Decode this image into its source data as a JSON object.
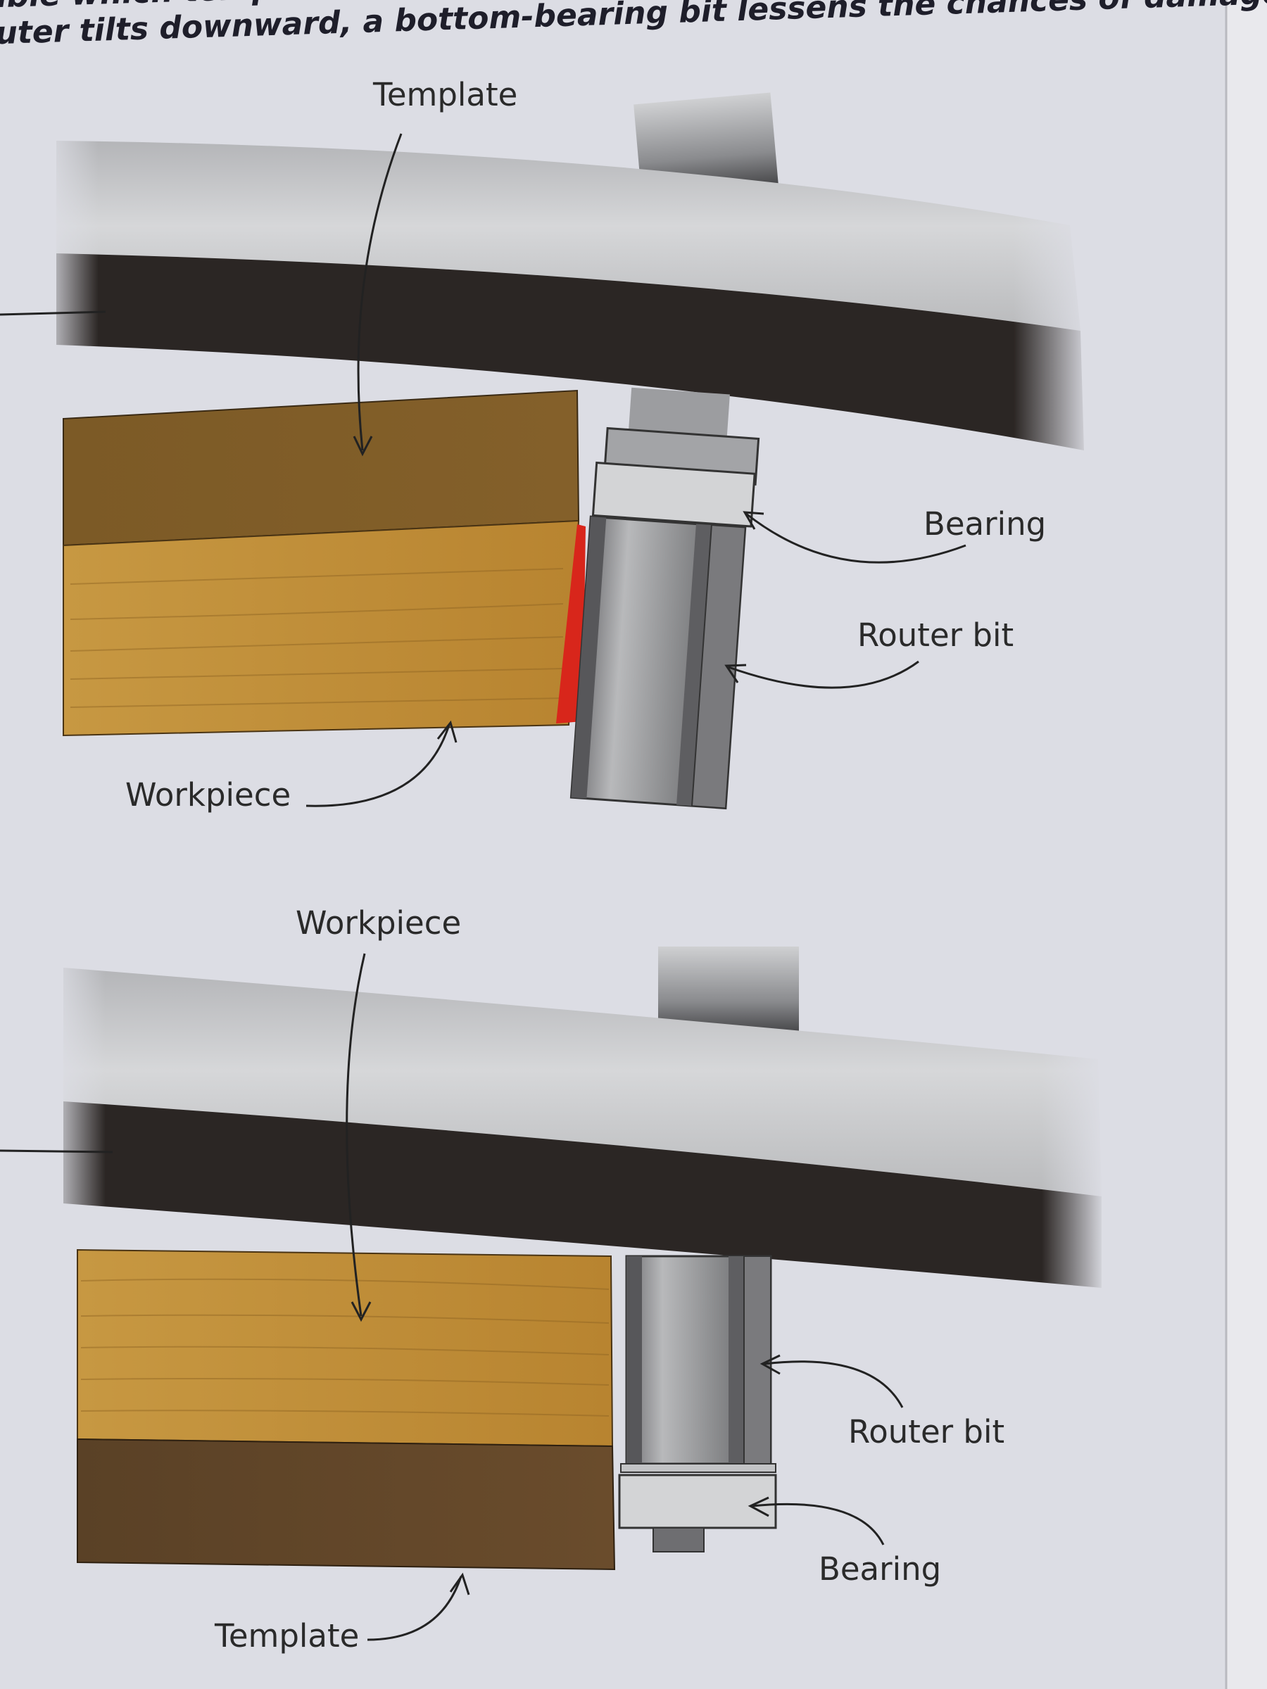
{
  "caption": {
    "line1": "able which temp… …lessens the chances of damage",
    "line2": "uter tilts downward, a bottom-bearing bit lessens the chances of damage"
  },
  "figure_top": {
    "labels": {
      "template": "Template",
      "bearing": "Bearing",
      "router_bit": "Router bit",
      "workpiece": "Workpiece"
    }
  },
  "figure_bottom": {
    "labels": {
      "workpiece": "Workpiece",
      "router_bit": "Router bit",
      "bearing": "Bearing",
      "template": "Template"
    }
  },
  "colors": {
    "page": "#dcdde4",
    "router_base_light": "#c9cacc",
    "router_base_dark": "#2b2624",
    "wood_dark": "#7e5a22",
    "wood_light": "#c28d35",
    "wood_brown": "#5e4428",
    "bit_gray": "#8f8f92",
    "damage_red": "#d8261b"
  }
}
